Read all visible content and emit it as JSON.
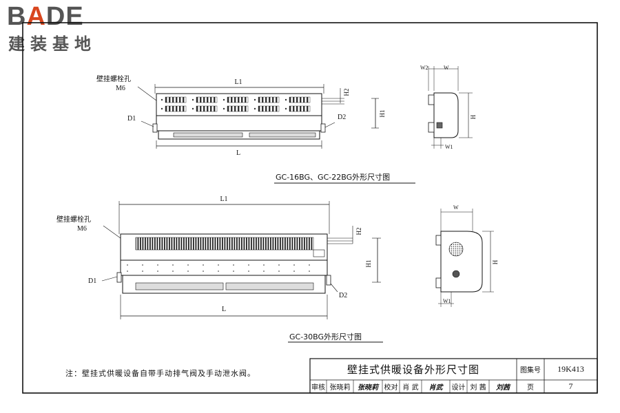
{
  "logo": {
    "word": "BADE",
    "subtitle": "建装基地"
  },
  "drawing1": {
    "caption": "GC-16BG、GC-22BG外形尺寸图",
    "bolt_hole_label": "壁挂螺栓孔",
    "bolt_size": "M6",
    "labels": {
      "L1": "L1",
      "L": "L",
      "D1": "D1",
      "D2": "D2",
      "H1": "H1",
      "H2": "H2"
    },
    "side_labels": {
      "W": "W",
      "W1": "W1",
      "W2": "W2",
      "H": "H"
    }
  },
  "drawing2": {
    "caption": "GC-30BG外形尺寸图",
    "bolt_hole_label": "壁挂螺栓孔",
    "bolt_size": "M6",
    "labels": {
      "L1": "L1",
      "L": "L",
      "D1": "D1",
      "D2": "D2",
      "H1": "H1",
      "H2": "H2"
    },
    "side_labels": {
      "W": "W",
      "W1": "W1",
      "H": "H"
    }
  },
  "note": "注：壁挂式供暖设备自带手动排气阀及手动泄水阀。",
  "title_block": {
    "title": "壁挂式供暖设备外形尺寸图",
    "atlas_label": "图集号",
    "atlas_no": "19K413",
    "page_label": "页",
    "page_no": "7",
    "review_label": "审核",
    "reviewer": "张晓莉",
    "reviewer_sign": "张晓莉",
    "check_label": "校对",
    "checker": "肖 武",
    "checker_sign": "肖武",
    "design_label": "设计",
    "designer": "刘 茜",
    "designer_sign": "刘茜"
  }
}
